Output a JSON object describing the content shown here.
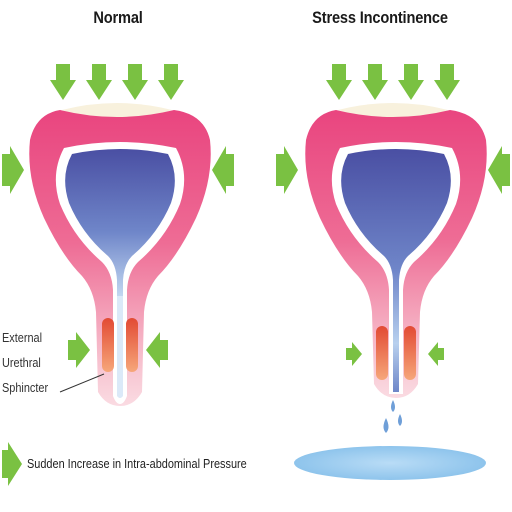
{
  "titles": {
    "normal": "Normal",
    "stress": "Stress Incontinence"
  },
  "sphincter_label": {
    "line1": "External",
    "line2": "Urethral",
    "line3": "Sphincter"
  },
  "legend": {
    "text": "Sudden Increase in Intra-abdominal Pressure",
    "icon": "green-pressure-arrow-icon"
  },
  "colors": {
    "arrow": "#7ac142",
    "bladder_wall": "#e9457f",
    "urine_top": "#4a4fa3",
    "urine_bottom": "#c7dcf3",
    "sphincter": "#e8503a",
    "puddle": "#8ec4ec"
  }
}
